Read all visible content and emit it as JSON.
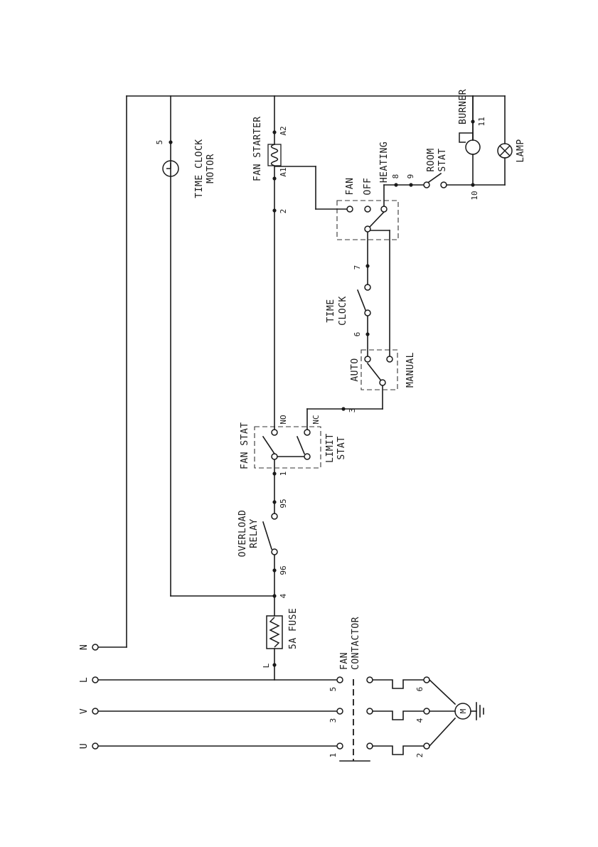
{
  "supply_terminals": [
    "U",
    "V",
    "L",
    "N"
  ],
  "labels": {
    "fuse": "5A FUSE",
    "fan_contactor": [
      "FAN",
      "CONTACTOR"
    ],
    "overload_relay": [
      "OVERLOAD",
      "RELAY"
    ],
    "fan_stat": "FAN STAT",
    "limit_stat": [
      "LIMIT",
      "STAT"
    ],
    "auto": "AUTO",
    "manual": "MANUAL",
    "time_clock": [
      "TIME",
      "CLOCK"
    ],
    "time_clock_motor": [
      "TIME CLOCK",
      "MOTOR"
    ],
    "fan_starter": "FAN STARTER",
    "fan": "FAN",
    "off": "OFF",
    "heating": "HEATING",
    "room_stat": [
      "ROOM",
      "STAT"
    ],
    "burner": "BURNER",
    "lamp": "LAMP",
    "motor": "M",
    "no": "NO",
    "nc": "NC",
    "a1": "A1",
    "a2": "A2"
  },
  "nodes": {
    "l": "L",
    "n4": "4",
    "n96": "96",
    "n95": "95",
    "n1": "1",
    "n3": "3",
    "n6": "6",
    "n7": "7",
    "n2": "2",
    "n5": "5",
    "n8": "8",
    "n9": "9",
    "n10": "10",
    "n11": "11"
  },
  "contactor_terminals": {
    "in": [
      "1",
      "3",
      "5"
    ],
    "out": [
      "2",
      "4",
      "6"
    ]
  }
}
